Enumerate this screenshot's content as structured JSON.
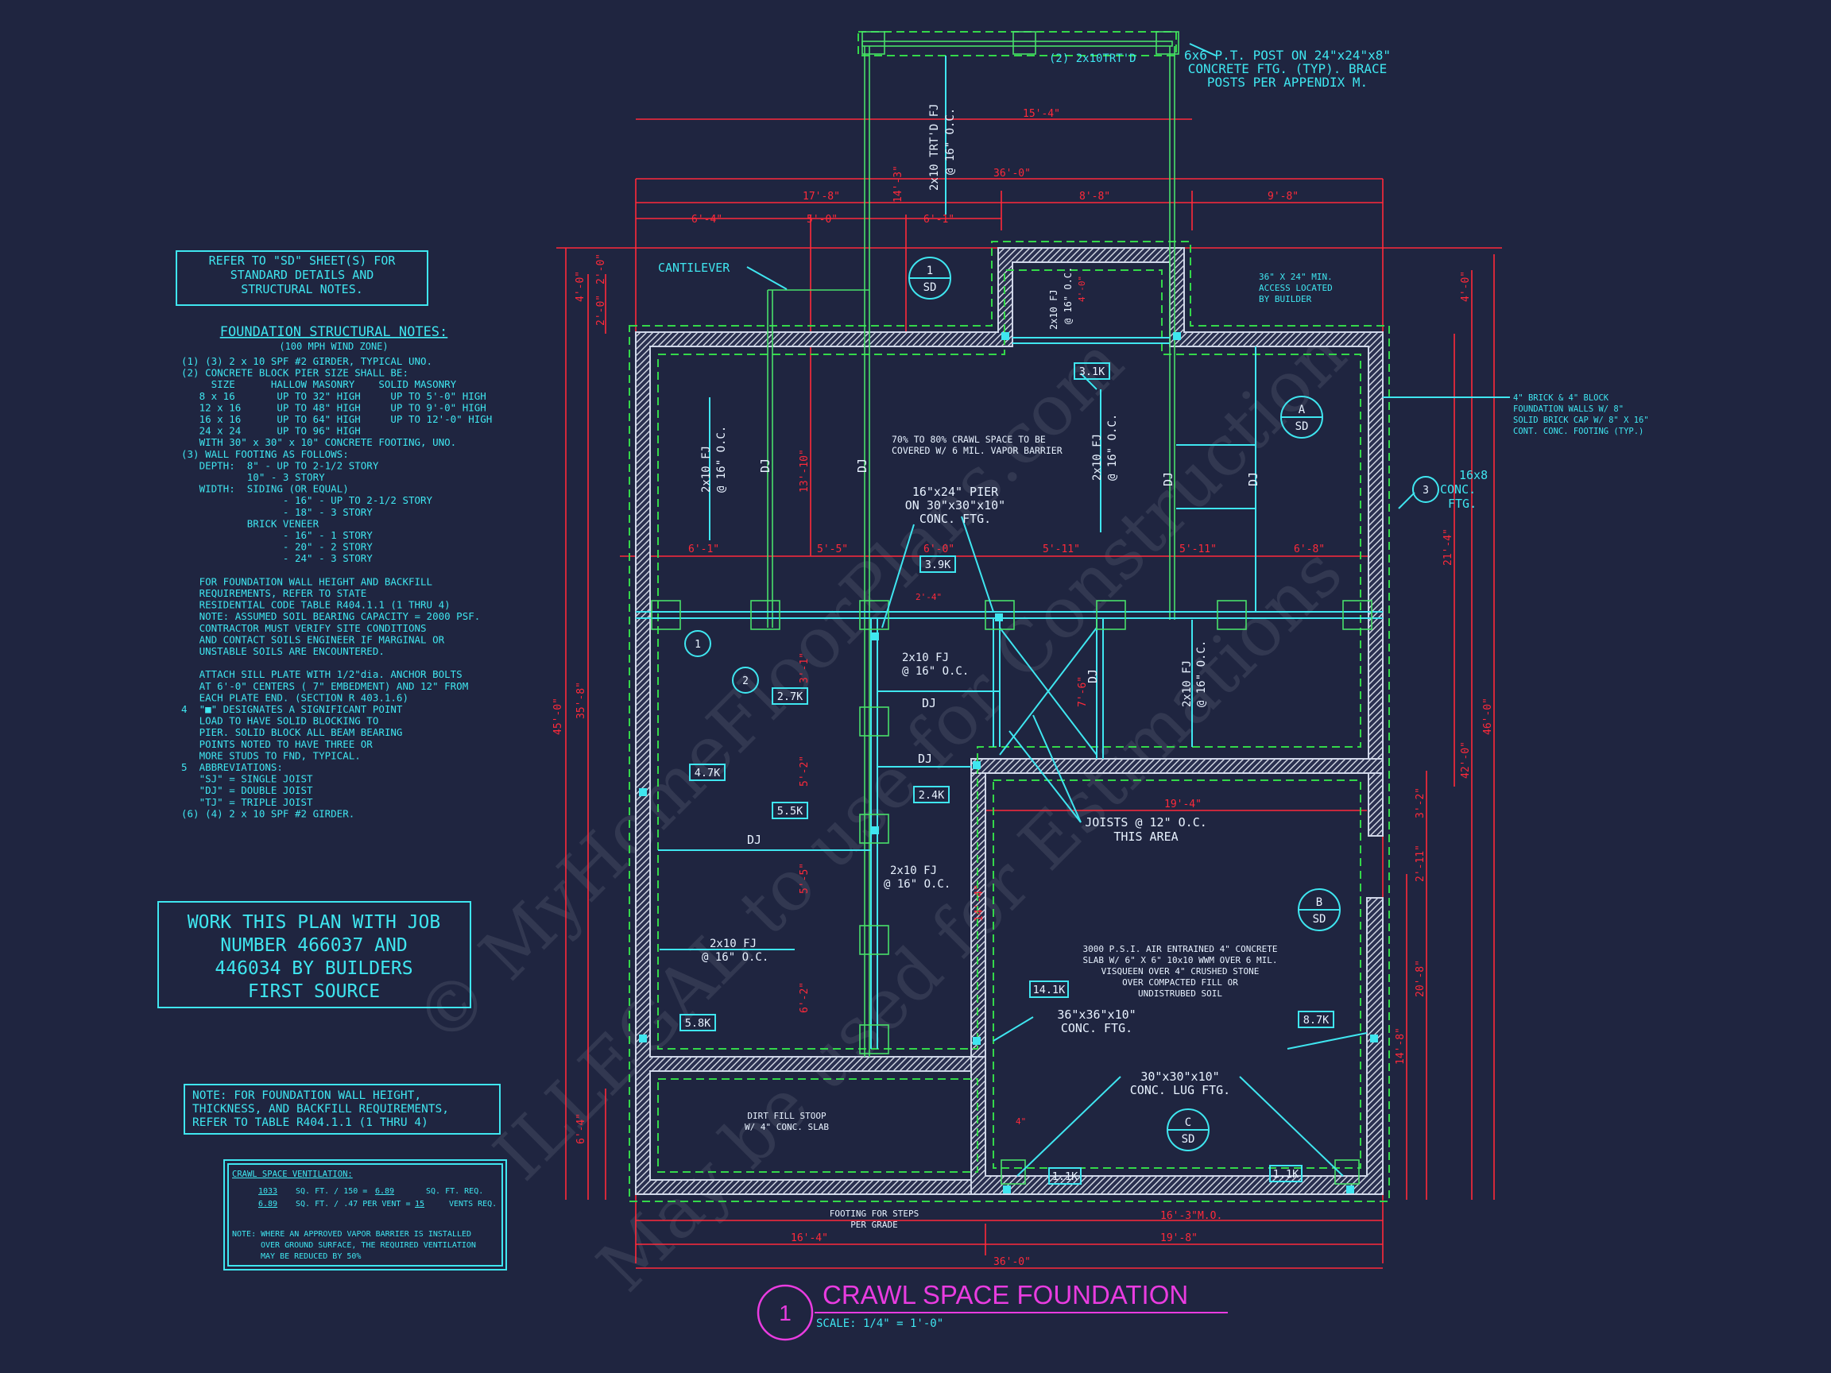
{
  "title": {
    "number": "1",
    "text": "CRAWL SPACE FOUNDATION",
    "scale": "SCALE: 1/4\" = 1'-0\""
  },
  "refer_box": [
    "REFER TO \"SD\" SHEET(S) FOR",
    "STANDARD DETAILS AND",
    "STRUCTURAL NOTES."
  ],
  "notes": {
    "heading": "FOUNDATION STRUCTURAL NOTES:",
    "subheading": "(100 MPH WIND ZONE)",
    "lines": [
      "(1) (3) 2 x 10 SPF #2 GIRDER, TYPICAL UNO.",
      "(2) CONCRETE BLOCK PIER SIZE SHALL BE:",
      "     SIZE      HALLOW MASONRY    SOLID MASONRY",
      "   8 x 16       UP TO 32\" HIGH     UP TO 5'-0\" HIGH",
      "   12 x 16      UP TO 48\" HIGH     UP TO 9'-0\" HIGH",
      "   16 x 16      UP TO 64\" HIGH     UP TO 12'-0\" HIGH",
      "   24 x 24      UP TO 96\" HIGH",
      "   WITH 30\" x 30\" x 10\" CONCRETE FOOTING, UNO.",
      "(3) WALL FOOTING AS FOLLOWS:",
      "   DEPTH:  8\" - UP TO 2-1/2 STORY",
      "           10\" - 3 STORY",
      "   WIDTH:  SIDING (OR EQUAL)",
      "                 - 16\" - UP TO 2-1/2 STORY",
      "                 - 18\" - 3 STORY",
      "           BRICK VENEER",
      "                 - 16\" - 1 STORY",
      "                 - 20\" - 2 STORY",
      "                 - 24\" - 3 STORY",
      "",
      "   FOR FOUNDATION WALL HEIGHT AND BACKFILL",
      "   REQUIREMENTS, REFER TO STATE",
      "   RESIDENTIAL CODE TABLE R404.1.1 (1 THRU 4)",
      "   NOTE: ASSUMED SOIL BEARING CAPACITY = 2000 PSF.",
      "   CONTRACTOR MUST VERIFY SITE CONDITIONS",
      "   AND CONTACT SOILS ENGINEER IF MARGINAL OR",
      "   UNSTABLE SOILS ARE ENCOUNTERED.",
      "",
      "   ATTACH SILL PLATE WITH 1/2\"dia. ANCHOR BOLTS",
      "   AT 6'-0\" CENTERS ( 7\" EMBEDMENT) AND 12\" FROM",
      "   EACH PLATE END. (SECTION R 403.1.6)",
      "4  \"■\" DESIGNATES A SIGNIFICANT POINT",
      "   LOAD TO HAVE SOLID BLOCKING TO",
      "   PIER. SOLID BLOCK ALL BEAM BEARING",
      "   POINTS NOTED TO HAVE THREE OR",
      "   MORE STUDS TO FND, TYPICAL.",
      "5  ABBREVIATIONS:",
      "   \"SJ\" = SINGLE JOIST",
      "   \"DJ\" = DOUBLE JOIST",
      "   \"TJ\" = TRIPLE JOIST",
      "(6) (4) 2 x 10 SPF #2 GIRDER."
    ]
  },
  "work_box": [
    "WORK THIS PLAN WITH JOB",
    "NUMBER 466037 AND",
    "446034 BY BUILDERS",
    "FIRST SOURCE"
  ],
  "note_box": [
    "NOTE: FOR FOUNDATION WALL HEIGHT,",
    "THICKNESS, AND BACKFILL REQUIREMENTS,",
    "REFER TO TABLE R404.1.1 (1 THRU 4)"
  ],
  "ventilation": {
    "heading": "CRAWL SPACE VENTILATION:",
    "row1": [
      "1033",
      "SQ. FT. / 150 =",
      "6.89",
      "SQ. FT. REQ."
    ],
    "row2": [
      "6.89",
      "SQ. FT. / .47 PER VENT =",
      "15",
      "VENTS REQ."
    ],
    "note": [
      "NOTE:  WHERE AN APPROVED VAPOR BARRIER IS INSTALLED",
      "OVER GROUND SURFACE, THE REQUIRED VENTILATION",
      "MAY BE REDUCED BY 50%"
    ]
  },
  "callouts": {
    "post": [
      "6x6 P.T. POST ON 24\"x24\"x8\"",
      "CONCRETE FTG. (TYP). BRACE",
      "POSTS PER APPENDIX M."
    ],
    "trtd": "(2) 2x10TRT'D",
    "cantilever": "CANTILEVER",
    "access": [
      "36\" X 24\" MIN.",
      "ACCESS LOCATED",
      "BY BUILDER"
    ],
    "brick": [
      "4\" BRICK & 4\" BLOCK",
      "FOUNDATION WALLS W/ 8\"",
      "SOLID BRICK CAP W/ 8\" X 16\"",
      "CONT. CONC. FOOTING (TYP.)"
    ],
    "conc_ftg_16x8": [
      "16x8",
      "CONC.",
      "FTG."
    ],
    "vapor": [
      "70% TO 80% CRAWL SPACE TO BE",
      "COVERED W/ 6 MIL. VAPOR BARRIER"
    ],
    "pier": [
      "16\"x24\" PIER",
      "ON 30\"x30\"x10\"",
      "CONC. FTG."
    ],
    "joists": [
      "JOISTS @ 12\" O.C.",
      "THIS AREA"
    ],
    "slab": [
      "3000 P.S.I. AIR ENTRAINED 4\" CONCRETE",
      "SLAB W/ 6\" X 6\" 10x10 WWM OVER 6 MIL.",
      "VISQUEEN OVER 4\" CRUSHED STONE",
      "OVER COMPACTED FILL OR",
      "UNDISTRUBED SOIL"
    ],
    "ftg36": [
      "36\"x36\"x10\"",
      "CONC. FTG."
    ],
    "lug": [
      "30\"x30\"x10\"",
      "CONC. LUG FTG."
    ],
    "stoop": [
      "DIRT FILL STOOP",
      "W/ 4\" CONC. SLAB"
    ],
    "steps": [
      "FOOTING FOR STEPS",
      "PER GRADE"
    ]
  },
  "sections": [
    {
      "top": "1",
      "bottom": "SD"
    },
    {
      "top": "A",
      "bottom": "SD"
    },
    {
      "top": "B",
      "bottom": "SD"
    },
    {
      "top": "C",
      "bottom": "SD"
    }
  ],
  "loads": [
    "3.1K",
    "3.9K",
    "2.7K",
    "4.7K",
    "5.5K",
    "2.4K",
    "14.1K",
    "5.8K",
    "8.7K",
    "1.1K",
    "1.1K"
  ],
  "joist_labels": {
    "fj_12": "2x10 FJ",
    "fj_16": "@ 16\" O.C.",
    "trtd_fj": "2x10 TRT'D FJ",
    "dj": "DJ"
  },
  "dims": {
    "top": [
      "15'-4\"",
      "36'-0\"",
      "17'-8\"",
      "8'-8\"",
      "9'-8\"",
      "6'-4\"",
      "5'-0\"",
      "6'-1\"",
      "14'-3\""
    ],
    "mid": [
      "6'-1\"",
      "5'-5\"",
      "6'-0\"",
      "5'-11\"",
      "5'-11\"",
      "6'-8\""
    ],
    "bottom": [
      "16'-4\"",
      "16'-3\"M.O.",
      "19'-8\"",
      "36'-0\""
    ],
    "left": [
      "4'-0\"",
      "2'-0\"",
      "2'-0\"",
      "35'-8\"",
      "45'-0\"",
      "6'-4\""
    ],
    "right": [
      "4'-0\"",
      "21'-4\"",
      "46'-0\"",
      "42'-0\"",
      "3'-2\"",
      "2'-11\"",
      "20'-8\"",
      "14'-8\""
    ],
    "inner": [
      "13'-10\"",
      "3'-1\"",
      "5'-2\"",
      "5'-5\"",
      "6'-2\"",
      "7'-6\"",
      "14'-4\"",
      "19'-4\"",
      "2'-4\"",
      "4'-0\"",
      "4\""
    ]
  },
  "watermark": [
    "© MyHomeFloorPlans.com",
    "ILLEGAL to use for Construction",
    "May be used for Estimations"
  ]
}
